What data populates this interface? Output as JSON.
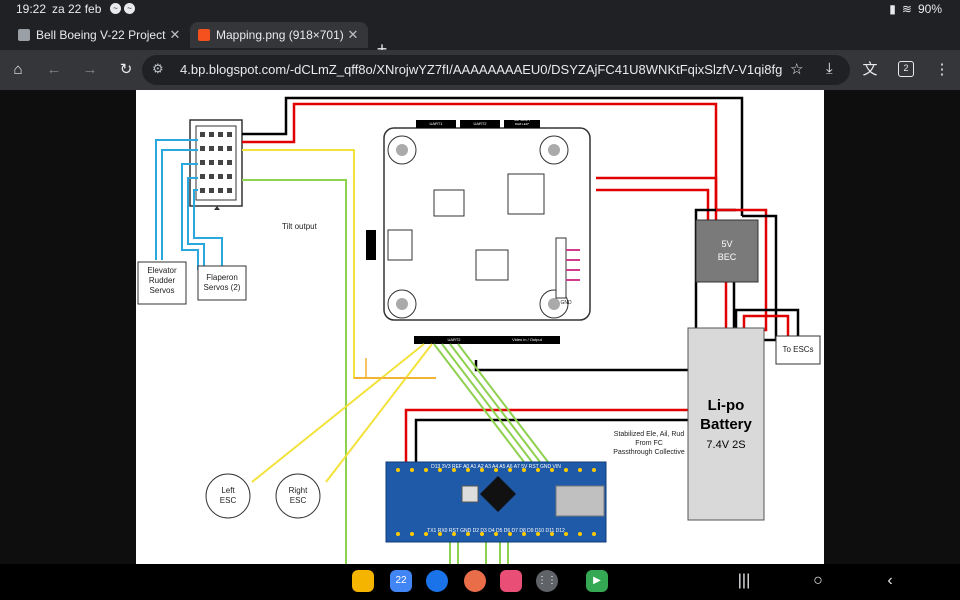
{
  "status_bar": {
    "time": "19:22",
    "date": "za 22 feb",
    "battery": "90%"
  },
  "tabs": [
    {
      "title": "Bell Boeing V-22 Project",
      "favicon_color": "#9aa0a6"
    },
    {
      "title": "Mapping.png (918×701)",
      "favicon_color": "#f4511e"
    }
  ],
  "toolbar": {
    "url": "4.bp.blogspot.com/-dCLmZ_qff8o/XNrojwYZ7fI/AAAAAAAAEU0/DSYZAjFC41U8WNKtFqixSlzfV-V1qi8fg",
    "tab_count": "2"
  },
  "diagram": {
    "tilt_output": "Tilt output",
    "elevator": "Elevator\nRudder\nServos",
    "flaperon": "Flaperon\nServos (2)",
    "bec": "5V\nBEC",
    "lipo_title": "Li-po\nBattery",
    "lipo_spec": "7.4V 2S",
    "to_escs": "To ESCs",
    "stabilized": "Stabilized Ele, Ail, Rud\nFrom FC\nPassthrough Collective",
    "left_esc": "Left\nESC",
    "right_esc": "Right\nESC",
    "fc_uart1": "UART1",
    "fc_uart2_top": "UART2",
    "fc_soft_serial": "Soft Serial 1\nRGB LED*",
    "fc_uart2_bottom": "UART2",
    "fc_video": "Video in / Output",
    "fc_gnd": "GND",
    "nano_top_pins": "D13 3V3 REF A0 A1 A2 A3 A4 A5 A6 A7 5V RST GND VIN",
    "nano_bottom_pins": "TX1 RX0 RST GND D2 D3 D4 D5 D6 D7 D8 D9 D10 D11 D12"
  },
  "colors": {
    "red": "#e00000",
    "black": "#000000",
    "blue": "#29a8e0",
    "yellow": "#f3e23a",
    "green": "#8dd14f",
    "orange": "#f2b233",
    "nano_blue": "#1e5aa8",
    "bec_gray": "#7a7a7a",
    "lipo_gray": "#d9d9d9"
  },
  "nav_apps": [
    {
      "name": "files-icon",
      "label": "",
      "color": "#f4b400"
    },
    {
      "name": "calendar-icon",
      "label": "22",
      "color": "#4285f4"
    },
    {
      "name": "messages-icon",
      "label": "",
      "color": "#1a73e8"
    },
    {
      "name": "contacts-icon",
      "label": "",
      "color": "#ea6d4a"
    },
    {
      "name": "camera-icon",
      "label": "",
      "color": "#e94e77"
    },
    {
      "name": "apps-grid-icon",
      "label": "",
      "color": "#5f6368"
    },
    {
      "name": "play-store-icon",
      "label": "",
      "color": "#34a853"
    }
  ]
}
